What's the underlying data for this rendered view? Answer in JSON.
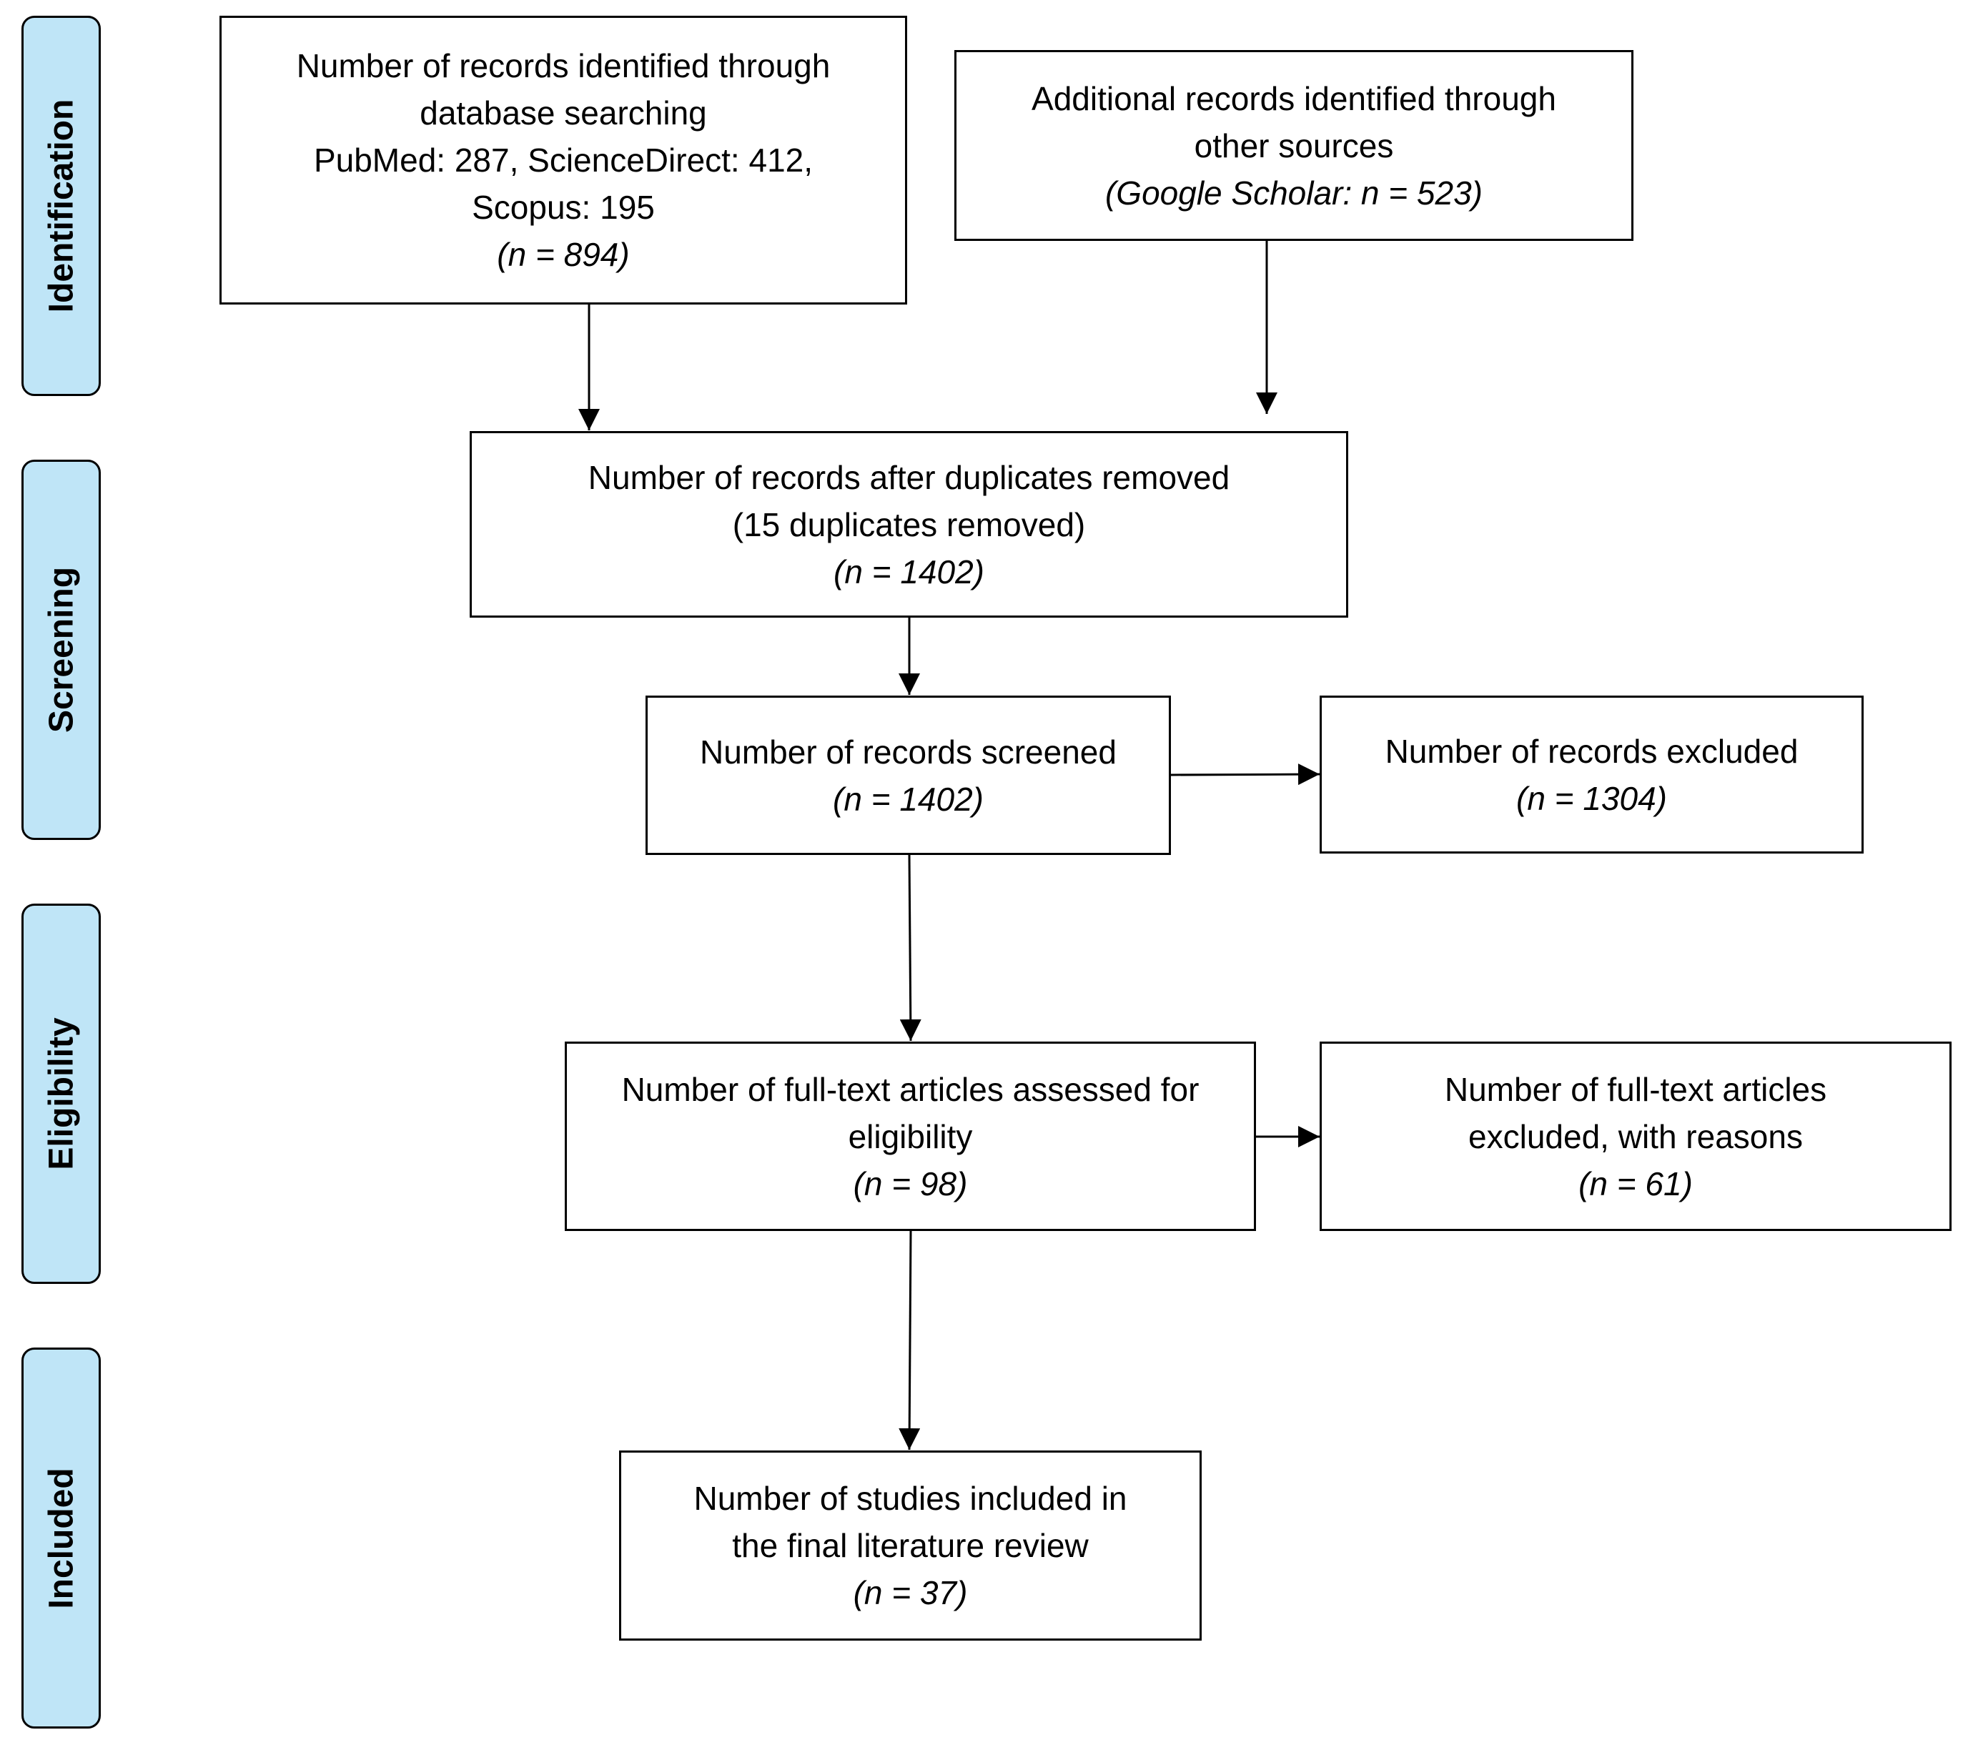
{
  "stages": {
    "identification": "Identification",
    "screening": "Screening",
    "eligibility": "Eligibility",
    "included": "Included"
  },
  "boxes": {
    "database_search": {
      "line1": "Number of records identified through",
      "line2": "database searching",
      "line3": "PubMed: 287, ScienceDirect: 412,",
      "line4": "Scopus: 195",
      "count": "(n = 894)"
    },
    "other_sources": {
      "line1": "Additional records identified through",
      "line2": "other sources",
      "count": "(Google Scholar: n = 523)"
    },
    "duplicates_removed": {
      "line1": "Number of records after duplicates removed",
      "line2": "(15 duplicates removed)",
      "count": "(n = 1402)"
    },
    "screened": {
      "line1": "Number of records screened",
      "count": "(n = 1402)"
    },
    "excluded": {
      "line1": "Number of records excluded",
      "count": "(n = 1304)"
    },
    "fulltext_assessed": {
      "line1": "Number of full-text articles assessed for",
      "line2": "eligibility",
      "count": "(n = 98)"
    },
    "fulltext_excluded": {
      "line1": "Number of full-text articles",
      "line2": "excluded, with reasons",
      "count": "(n = 61)"
    },
    "included_studies": {
      "line1": "Number of studies included in",
      "line2": "the final literature review",
      "count": "(n = 37)"
    }
  }
}
